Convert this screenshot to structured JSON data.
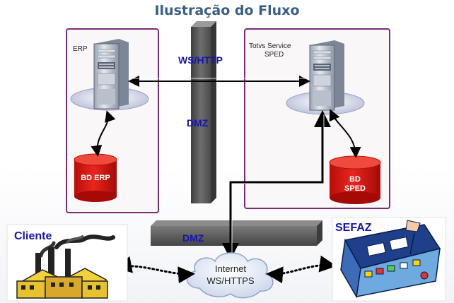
{
  "title": "Ilustração do Fluxo",
  "zones": {
    "erp_label": "ERP",
    "tss_label_line1": "Totvs Service",
    "tss_label_line2": "SPED"
  },
  "labels": {
    "ws_http": "WS/HTTP",
    "dmz_vertical": "DMZ",
    "dmz_horizontal": "DMZ",
    "cliente": "Cliente",
    "sefaz": "SEFAZ"
  },
  "databases": {
    "erp": {
      "line1": "BD ERP"
    },
    "sped": {
      "line1": "BD",
      "line2": "SPED"
    }
  },
  "cloud": {
    "line1": "Internet",
    "line2": "WS/HTTPS"
  },
  "colors": {
    "title": "#3a5e86",
    "zone_border": "#7b2d74",
    "label_blue": "#1515b0",
    "database_red": "#d4160f",
    "dmz_wall": "#5f5f5f"
  }
}
